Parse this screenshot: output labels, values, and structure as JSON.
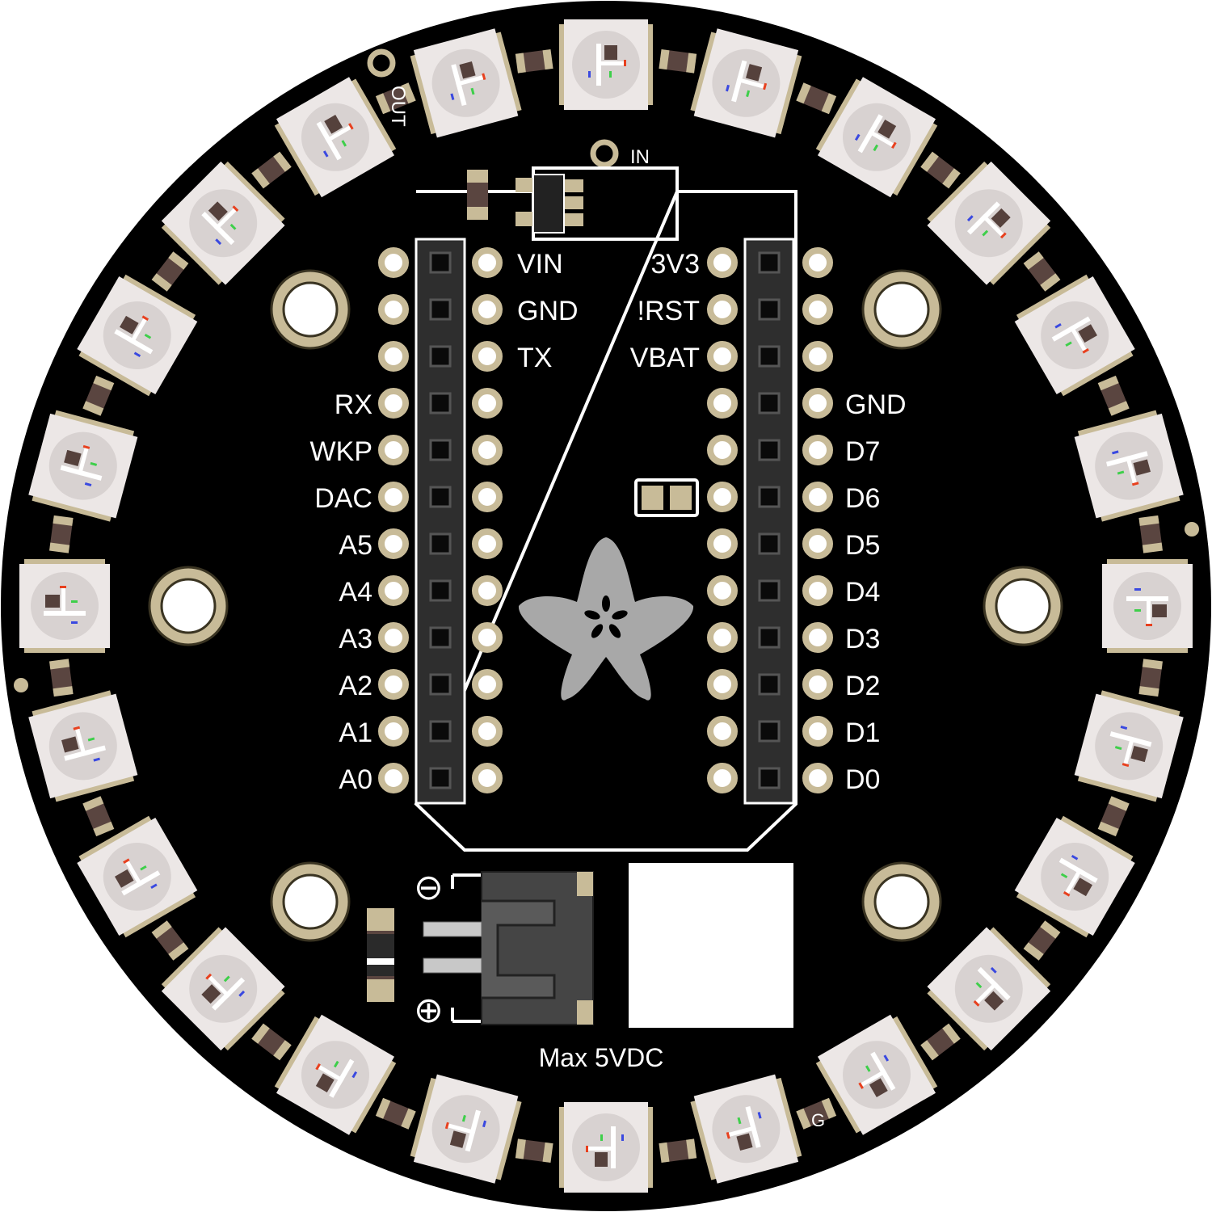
{
  "colors": {
    "pcb": "#000000",
    "pad_ring": "#c8bb98",
    "pad_ring_edge": "#3a3422",
    "silkscreen": "#ffffff",
    "led_body": "#ece7e6",
    "led_lens": "#d8d2d1",
    "led_die": "#55413c",
    "header_plastic": "#2e2e2e",
    "header_hole": "#0a0a0a",
    "passive_body": "#5a4540",
    "passive_end": "#c8bb98",
    "logo": "#a8a8a8",
    "jst_body": "#454545",
    "jst_pin": "#c8c8c8",
    "red": "#e8411f",
    "green": "#3ecf4a",
    "blue": "#3a49e0"
  },
  "labels": {
    "out": "OUT",
    "in": "IN",
    "g": "G",
    "max_voltage": "Max 5VDC",
    "minus": "⊖",
    "plus": "⊕"
  },
  "left_header": {
    "outer_labels": [
      "",
      "",
      "",
      "RX",
      "WKP",
      "DAC",
      "A5",
      "A4",
      "A3",
      "A2",
      "A1",
      "A0"
    ],
    "inner_labels": [
      "VIN",
      "GND",
      "TX",
      "",
      "",
      "",
      "",
      "",
      "",
      "",
      "",
      ""
    ]
  },
  "right_header": {
    "inner_labels": [
      "3V3",
      "!RST",
      "VBAT",
      "",
      "",
      "",
      "",
      "",
      "",
      "",
      "",
      ""
    ],
    "outer_labels": [
      "",
      "",
      "",
      "GND",
      "D7",
      "D6",
      "D5",
      "D4",
      "D3",
      "D2",
      "D1",
      "D0"
    ]
  },
  "led_ring": {
    "count": 24
  }
}
